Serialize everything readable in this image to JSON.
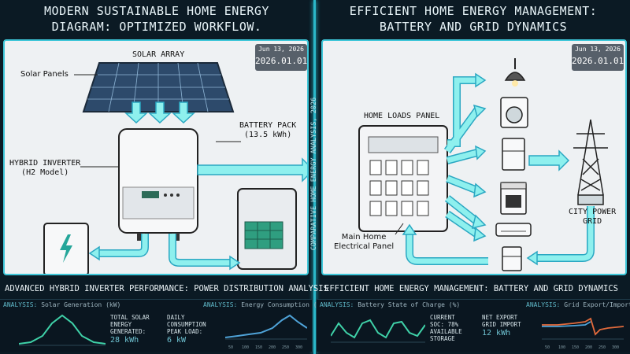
{
  "left": {
    "title_line1": "MODERN SUSTAINABLE HOME ENERGY",
    "title_line2": "DIAGRAM: OPTIMIZED WORKFLOW.",
    "date_small": "Jun 13, 2026",
    "date_big": "2026.01.01",
    "solar_array": "SOLAR ARRAY",
    "solar_panels": "Solar Panels",
    "battery_pack_1": "BATTERY PACK",
    "battery_pack_2": "(13.5 kWh)",
    "inverter_1": "HYBRID INVERTER",
    "inverter_2": "(H2 Model)",
    "caption": "ADVANCED HYBRID INVERTER PERFORMANCE: POWER DISTRIBUTION ANALYSIS"
  },
  "right": {
    "title_line1": "EFFICIENT HOME ENERGY MANAGEMENT:",
    "title_line2": "BATTERY AND GRID DYNAMICS",
    "date_small": "Jun 13, 2026",
    "date_big": "2026.01.01",
    "home_loads": "HOME LOADS PANEL",
    "main_panel_1": "Main Home",
    "main_panel_2": "Electrical Panel",
    "city_grid_1": "CITY POWER",
    "city_grid_2": "GRID",
    "caption": "EFFICIENT HOME ENERGY MANAGEMENT: BATTERY AND GRID DYNAMICS"
  },
  "vertical_text": "COMPARATIVE HOME ENERGY ANALYSIS, 2026",
  "analysis": {
    "prefix": "ANALYSIS:",
    "solar": {
      "title": "Solar Generation (kW)",
      "metric_lines": [
        "TOTAL SOLAR",
        "ENERGY",
        "GENERATED:"
      ],
      "metric_value": "28 kWh"
    },
    "consumption": {
      "title": "Energy Consumption (kWh)",
      "metric_lines": [
        "DAILY",
        "CONSUMPTION",
        "PEAK LOAD:"
      ],
      "metric_value": "6 kW",
      "ticks": [
        "50",
        "100",
        "150",
        "200",
        "250",
        "300"
      ]
    },
    "battery": {
      "title": "Battery State of Charge (%)",
      "metric_lines": [
        "CURRENT",
        "SOC: 78%",
        "AVAILABLE",
        "STORAGE"
      ]
    },
    "grid": {
      "title": "Grid Export/Import (kW)",
      "metric_lines": [
        "NET EXPORT",
        "GRID IMPORT"
      ],
      "metric_value": "12 kWh",
      "ticks": [
        "50",
        "100",
        "150",
        "200",
        "250",
        "300"
      ]
    }
  },
  "colors": {
    "accent": "#3ec6d8",
    "arrow_fill": "#8ef0ee",
    "arrow_stroke": "#2aa7c2",
    "bg": "#0b1a24"
  }
}
